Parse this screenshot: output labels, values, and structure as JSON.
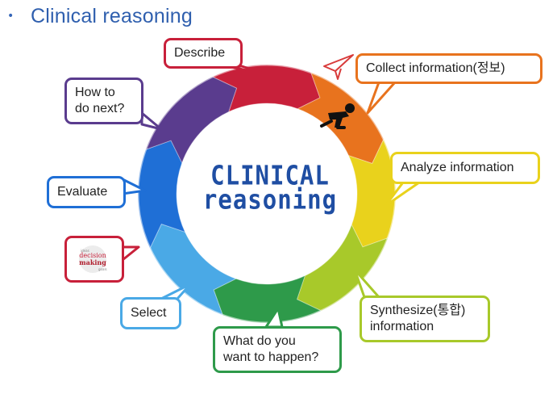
{
  "header": {
    "bullet": "•",
    "title": "Clinical reasoning"
  },
  "center": {
    "line1": "CLINICAL",
    "line2": "reasoning"
  },
  "steps": {
    "describe": "Describe",
    "collect": "Collect information(정보)",
    "analyze": "Analyze information",
    "synthesize": "Synthesize(통합)\ninformation",
    "what": "What do you\nwant to happen?",
    "select": "Select",
    "evaluate": "Evaluate",
    "how": "How to\ndo next?"
  },
  "decision_icon": {
    "word1": "decision",
    "word2": "making"
  },
  "colors": {
    "describe": "#c8203a",
    "collect": "#e8731e",
    "analyze": "#e9d21c",
    "synthesize": "#a8c92a",
    "what": "#2e9a4a",
    "select": "#4aa9e6",
    "evaluate": "#1f6fd6",
    "how": "#5a3c8e",
    "decision": "#c8203a",
    "title": "#2f5fae"
  },
  "icons": [
    "paper-plane-icon",
    "runner-icon",
    "decision-making-icon"
  ]
}
